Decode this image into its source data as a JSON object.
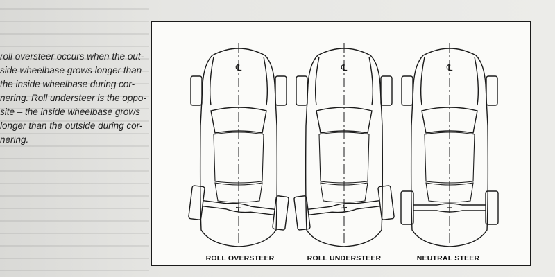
{
  "caption": {
    "lines": [
      "roll oversteer occurs when the out-",
      "side wheelbase grows longer than",
      "the inside wheelbase during cor-",
      "nering. Roll understeer is the oppo-",
      "site – the inside wheelbase grows",
      "longer than the outside during cor-",
      "nering."
    ]
  },
  "diagram": {
    "centerline_symbol": "℄",
    "cars": [
      {
        "label": "ROLL OVERSTEER",
        "rear_axle_tilt": "left-low"
      },
      {
        "label": "ROLL UNDERSTEER",
        "rear_axle_tilt": "right-low"
      },
      {
        "label": "NEUTRAL STEER",
        "rear_axle_tilt": "level"
      }
    ]
  }
}
